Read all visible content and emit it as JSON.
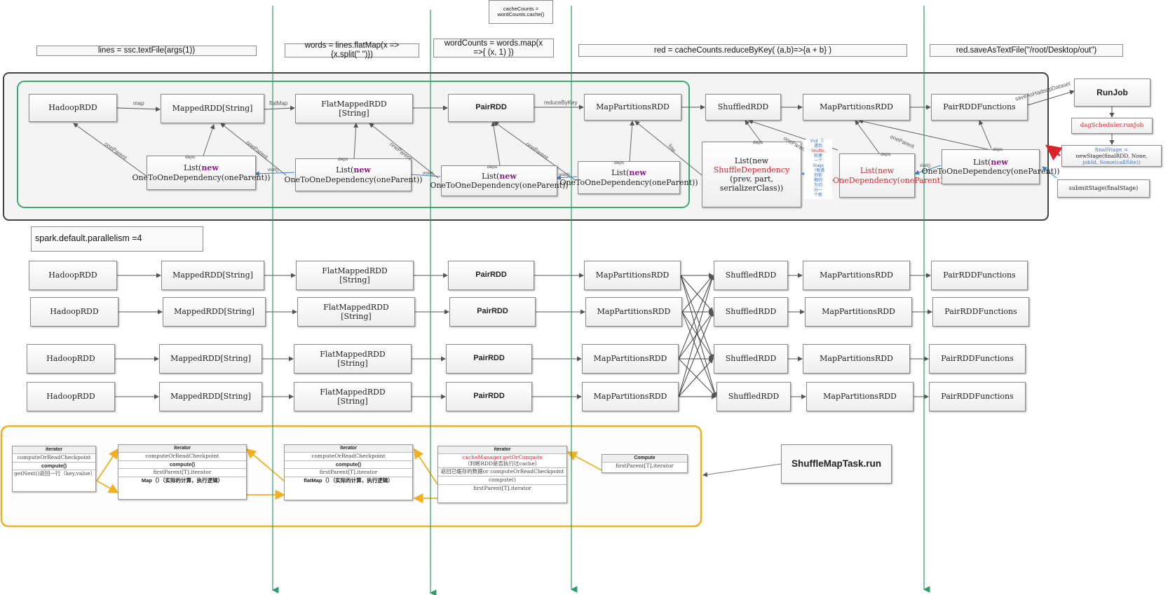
{
  "top": {
    "cache_note": [
      "cacheCounts =",
      "wordCounts.cache()"
    ],
    "code_lines": [
      "lines = ssc.textFile(args(1))",
      "words = lines.flatMap(x =>{x.split(\" \")})",
      "wordCounts = words.map(x =>{ (x, 1) })",
      "red = cacheCounts.reduceByKey( (a,b)=>{a + b} )",
      "red.saveAsTextFile(\"/root/Desktop/out\")"
    ]
  },
  "lineage": {
    "rdds": [
      "HadoopRDD",
      "MappedRDD[String]",
      "FlatMappedRDD [String]",
      "PairRDD",
      "MapPartitionsRDD",
      "ShuffledRDD",
      "MapPartitionsRDD",
      "PairRDDFunctions"
    ],
    "edge_labels": [
      "map",
      "flatMap",
      "reduceByKey",
      "saveAsHadoopDataset"
    ],
    "deps": {
      "list_new_prefix": "List(",
      "new_kw": "new",
      "one_to_one": "OneToOneDependency(oneParent))",
      "shuffle_dep": "ShuffleDependency",
      "shuffle_args": "(prev, part, serializerClass))",
      "one_parent": "oneParent",
      "deps_label": "deps",
      "visit_label": "visit()",
      "low": "low"
    },
    "note_chars": [
      "Visit（）",
      "遇到",
      "Shuffle,",
      "就建",
      "一个",
      "Stage",
      "（每遇",
      "到依",
      "赖则",
      "为切",
      "分一",
      "个新",
      "Stage",
      "）"
    ]
  },
  "scheduler": {
    "run_job": "RunJob",
    "dag_run_job": "dagScheduler.runJob",
    "new_stage": [
      "finalStage =",
      "newStage(finalRDD, None,",
      "jobId, Some(callSite))"
    ],
    "submit_stage": "submitStage(finalStage)"
  },
  "parallelism": "spark.default.parallelism =4",
  "partitions": {
    "row_labels": [
      "HadoopRDD",
      "MappedRDD[String]",
      "FlatMappedRDD [String]",
      "PairRDD",
      "MapPartitionsRDD",
      "ShuffledRDD",
      "MapPartitionsRDD",
      "PairRDDFunctions"
    ],
    "row_count": 4
  },
  "iterators": {
    "header": "iterator",
    "it1": [
      "computeOrReadCheckpoint",
      "compute()",
      "getNext()返回一行（key,value）"
    ],
    "it2": [
      "computeOrReadCheckpoint",
      "compute()",
      "firstParent[T].iterator",
      "Map（）（实际的计算，执行逻辑）"
    ],
    "it3": [
      "computeOrReadCheckpoint",
      "compute()",
      "firstParent[T].iterator",
      "flatMap（）（实际的计算，执行逻辑）"
    ],
    "it4": [
      "cacheManager.getOrCompute",
      "（判断RDD是否执行过cache）",
      "返回已缓存的数据or computeOrReadCheckpoint",
      "compute()",
      "firstParent[T].iterator"
    ],
    "compute_box": [
      "Compute",
      "firstParent[T].iterator"
    ],
    "task": "ShuffleMapTask.run"
  },
  "colors": {
    "green_frame": "#3bab6b",
    "yellow_frame": "#f2b01e",
    "stage_line": "#2e9b6a",
    "dep_arrow": "#3a7fc4",
    "accent_red": "#d9242a"
  }
}
